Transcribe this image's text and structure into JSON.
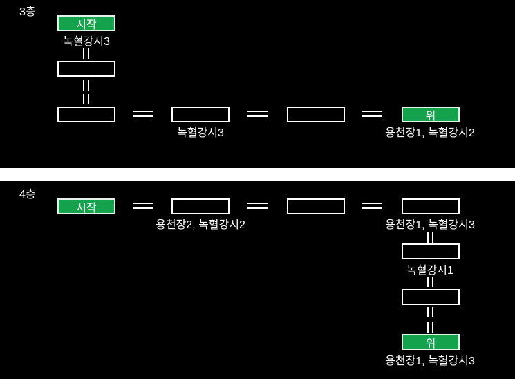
{
  "colors": {
    "background": "#000000",
    "separator": "#ffffff",
    "box_border": "#ffffff",
    "green_fill": "#15A24D",
    "green_border": "#E4F3E8",
    "text": "#ffffff",
    "connector": "#ffffff"
  },
  "floor3": {
    "title": "3층",
    "start": {
      "label": "시작",
      "sublabel": "녹혈강시3"
    },
    "mid_box_label": "녹혈강시3",
    "up": {
      "label": "위",
      "sublabel": "용천장1, 녹혈강시2"
    }
  },
  "floor4": {
    "title": "4층",
    "start": {
      "label": "시작"
    },
    "row_box1_label": "용천장2, 녹혈강시2",
    "row_box3_label": "용천장1, 녹혈강시3",
    "col_box_label": "녹혈강시1",
    "up": {
      "label": "위",
      "sublabel": "용천장1, 녹혈강시3"
    }
  }
}
